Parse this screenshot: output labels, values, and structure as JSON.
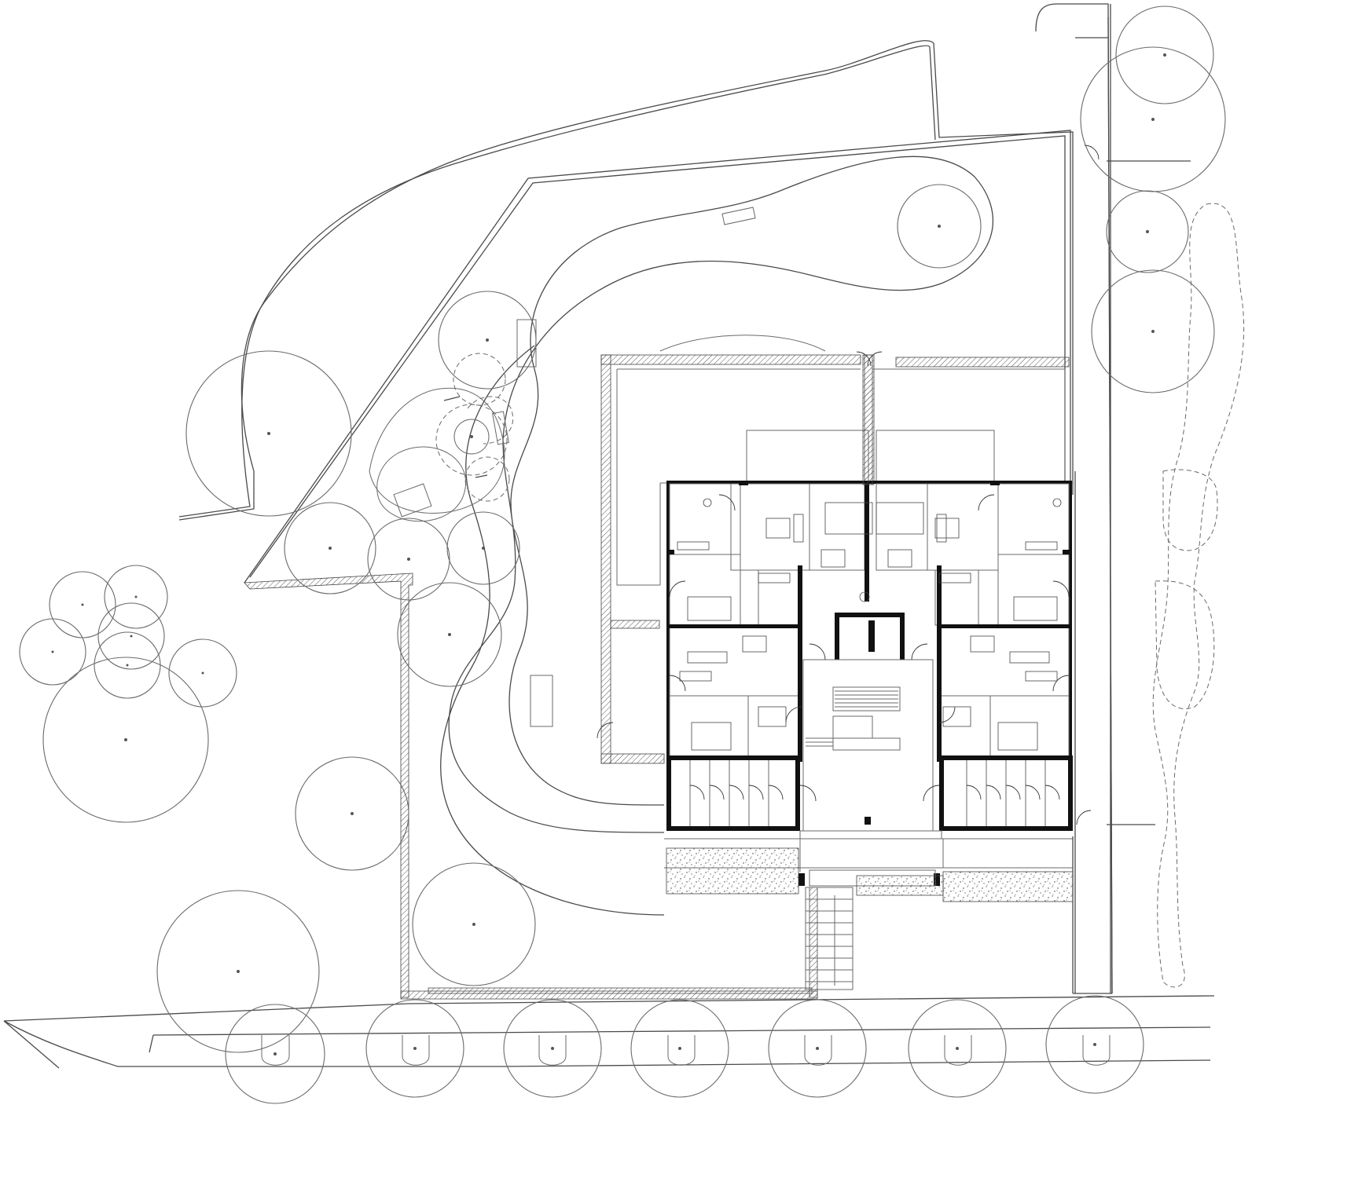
{
  "colors": {
    "line": "#4a4a4a",
    "wall": "#111111",
    "background": "#ffffff"
  },
  "plan": {
    "type": "site-plan",
    "building": {
      "wings": [
        "west-wing",
        "east-wing"
      ],
      "core": "stair-core",
      "storage_cells_per_wing": 6
    },
    "tree_count_street_row": 7
  }
}
